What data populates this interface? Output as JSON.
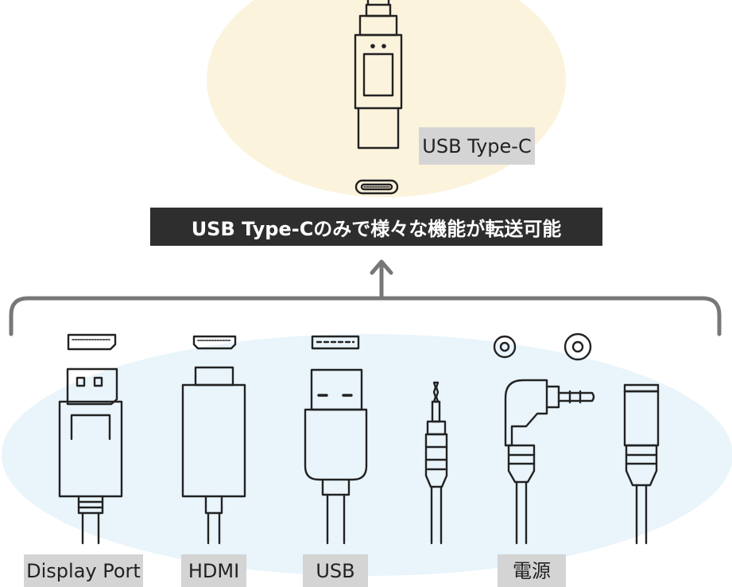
{
  "top_label": "USB Type-C",
  "banner": "USB Type-Cのみで様々な機能が転送可能",
  "bottom_labels": {
    "display_port": "Display Port",
    "hdmi": "HDMI",
    "usb": "USB",
    "power": "電源"
  },
  "colors": {
    "top_ellipse": "#fbf3dc",
    "bottom_ellipse": "#e9f4fb",
    "banner_bg": "#2e2e2e",
    "label_bg": "#d4d4d4",
    "bracket": "#777777",
    "line": "#222222"
  }
}
